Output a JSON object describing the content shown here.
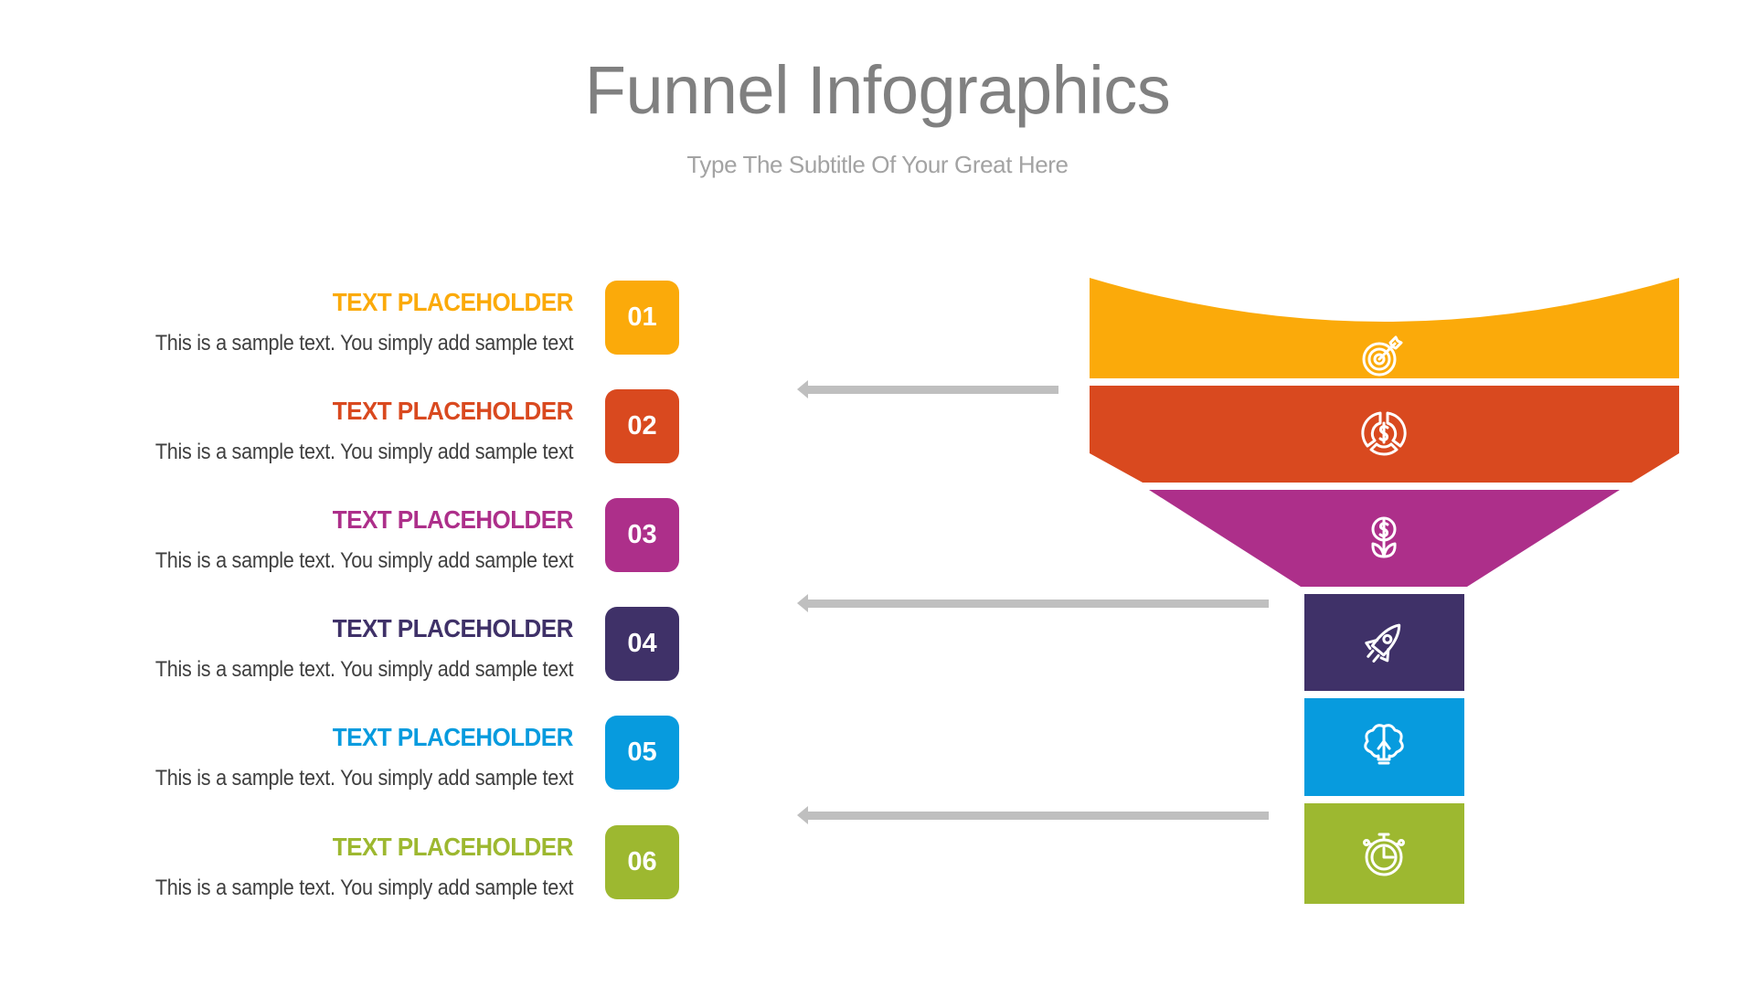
{
  "slide": {
    "title": "Funnel Infographics",
    "subtitle": "Type The Subtitle Of Your Great Here"
  },
  "colors": {
    "title": "#808080",
    "subtitle": "#a3a3a3",
    "body_text": "#3f3f3f",
    "arrow": "#bfbfbf"
  },
  "items": [
    {
      "number": "01",
      "heading": "TEXT PLACEHOLDER",
      "description": "This is a sample text. You simply add sample text",
      "color": "#fbaa0a",
      "icon": "target-icon"
    },
    {
      "number": "02",
      "heading": "TEXT PLACEHOLDER",
      "description": "This is a sample text. You simply add sample text",
      "color": "#d9491f",
      "icon": "money-cycle-icon"
    },
    {
      "number": "03",
      "heading": "TEXT PLACEHOLDER",
      "description": "This is a sample text. You simply add sample text",
      "color": "#ad2f8a",
      "icon": "money-plant-icon"
    },
    {
      "number": "04",
      "heading": "TEXT PLACEHOLDER",
      "description": "This is a sample text. You simply add sample text",
      "color": "#3f3168",
      "icon": "rocket-icon"
    },
    {
      "number": "05",
      "heading": "TEXT PLACEHOLDER",
      "description": "This is a sample text. You simply add sample text",
      "color": "#079bde",
      "icon": "brain-bulb-icon"
    },
    {
      "number": "06",
      "heading": "TEXT PLACEHOLDER",
      "description": "This is a sample text. You simply add sample text",
      "color": "#9db830",
      "icon": "stopwatch-icon"
    }
  ],
  "funnel": {
    "stages": 6,
    "arrows": 3
  }
}
